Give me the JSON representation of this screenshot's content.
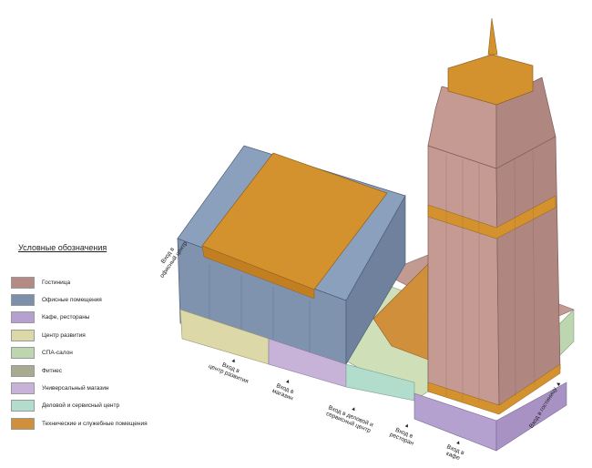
{
  "legend": {
    "title": "Условные обозначения",
    "items": [
      {
        "label": "Гостиница",
        "color": "#b48a84"
      },
      {
        "label": "Офисные помещения",
        "color": "#7c8fab"
      },
      {
        "label": "Кафе, рестораны",
        "color": "#b4a1cf"
      },
      {
        "label": "Центр развития",
        "color": "#ddd8a8"
      },
      {
        "label": "СПА-салон",
        "color": "#bcd6b0"
      },
      {
        "label": "Фитнес",
        "color": "#a9ab90"
      },
      {
        "label": "Универсальный магазин",
        "color": "#c7b2d8"
      },
      {
        "label": "Деловой и сервисный центр",
        "color": "#b2dccb"
      },
      {
        "label": "Технические и служебные помещения",
        "color": "#d08f3a"
      }
    ]
  },
  "entrances": [
    {
      "line1": "Вход в",
      "line2": "офисный центр"
    },
    {
      "line1": "Вход в",
      "line2": "центр развития"
    },
    {
      "line1": "Вход в",
      "line2": "магазин"
    },
    {
      "line1": "Вход в  деловой и",
      "line2": "сервисный центр"
    },
    {
      "line1": "Вход в",
      "line2": "ресторан"
    },
    {
      "line1": "Вход в",
      "line2": "кафе"
    },
    {
      "line1": "Вход в гостиницу",
      "line2": ""
    }
  ],
  "entrance_marker": "▲"
}
